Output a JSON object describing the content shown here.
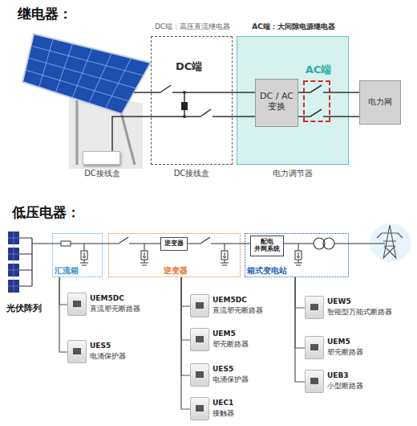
{
  "diagram": {
    "nodes": [
      {
        "text": [
          "DC接线盒"
        ]
      },
      {
        "text": [
          "DC端：高压直流继电器",
          "DC端",
          "DC接线盒"
        ]
      },
      {
        "text": [
          "AC端：大间隙电源继电器",
          "电力调节器"
        ]
      },
      {
        "text": [
          "DC / AC 变换"
        ],
        "in": 2
      },
      {
        "text": [
          "AC端"
        ],
        "in": 2
      },
      {
        "text": [
          "电力网"
        ]
      },
      {
        "text": [
          "汇流箱"
        ]
      },
      {
        "text": [
          "逆变器"
        ]
      },
      {
        "text": [
          "逆变器"
        ],
        "in": 7
      },
      {
        "text": [
          "箱式变电站"
        ]
      },
      {
        "text": [
          "配电 并网系统"
        ],
        "in": 9
      },
      {
        "text": [
          "UEM5DC",
          "直流塑壳断路器"
        ]
      },
      {
        "text": [
          "UES5",
          "电涌保护器"
        ]
      },
      {
        "text": [
          "UEM5DC",
          "直流塑壳断路器"
        ]
      },
      {
        "text": [
          "UEM5",
          "塑壳断路器"
        ]
      },
      {
        "text": [
          "UES5",
          "电涌保护器"
        ]
      },
      {
        "text": [
          "UEC1",
          "接触器"
        ]
      },
      {
        "text": [
          "UEW5",
          "智能型万能式断路器"
        ]
      },
      {
        "text": [
          "UEM5",
          "塑壳断路器"
        ]
      },
      {
        "text": [
          "UEB3",
          "小型断路器"
        ]
      }
    ],
    "edges": [
      {
        "from": 1,
        "to": 3,
        "arrow": "none"
      },
      {
        "from": 1,
        "to": 3,
        "arrow": "none"
      },
      {
        "from": 3,
        "to": 4,
        "arrow": "none"
      },
      {
        "from": 3,
        "to": 4,
        "arrow": "none"
      },
      {
        "from": 4,
        "to": 5,
        "arrow": "none"
      },
      {
        "from": 4,
        "to": 5,
        "arrow": "none"
      },
      {
        "from": 6,
        "to": 7,
        "arrow": "none"
      },
      {
        "from": 7,
        "to": 9,
        "arrow": "none"
      },
      {
        "from": 6,
        "to": 11,
        "arrow": "none"
      },
      {
        "from": 6,
        "to": 12,
        "arrow": "none"
      },
      {
        "from": 7,
        "to": 13,
        "arrow": "none"
      },
      {
        "from": 7,
        "to": 14,
        "arrow": "none"
      },
      {
        "from": 7,
        "to": 15,
        "arrow": "none"
      },
      {
        "from": 7,
        "to": 16,
        "arrow": "none"
      },
      {
        "from": 9,
        "to": 17,
        "arrow": "none"
      },
      {
        "from": 9,
        "to": 18,
        "arrow": "none"
      },
      {
        "from": 9,
        "to": 19,
        "arrow": "none"
      }
    ],
    "labels": [
      "继电器：",
      "低压电器：",
      "光伏阵列"
    ]
  }
}
